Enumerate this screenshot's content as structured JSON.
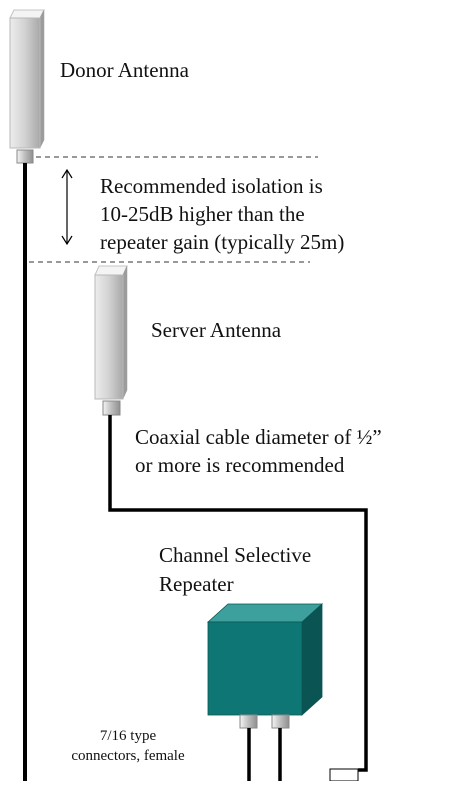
{
  "labels": {
    "donor_antenna": "Donor Antenna",
    "isolation": [
      "Recommended isolation is",
      "10-25dB higher than the",
      "repeater gain (typically 25m)"
    ],
    "server_antenna": "Server Antenna",
    "coax": [
      "Coaxial cable diameter of ½”",
      "or more is recommended"
    ],
    "repeater": [
      "Channel Selective",
      "Repeater"
    ],
    "connectors": [
      "7/16 type",
      "connectors, female"
    ]
  },
  "colors": {
    "antenna_light": "#ececec",
    "antenna_mid": "#c8c8c8",
    "antenna_dark": "#a3a3a3",
    "repeater_front": "#0e7775",
    "repeater_top": "#3ea09c",
    "repeater_side": "#0a5553",
    "cable": "#000000"
  }
}
